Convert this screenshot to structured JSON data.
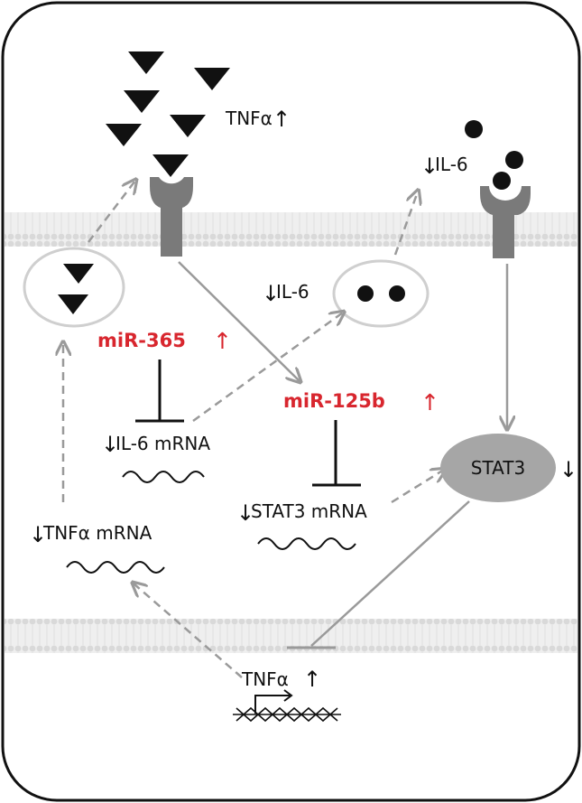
{
  "labels": {
    "tnfa_top": "TNFα",
    "il6_top": "IL-6",
    "il6_vesicle": "IL-6",
    "mir365": "miR-365",
    "mir125b": "miR-125b",
    "il6_mrna": "IL-6 mRNA",
    "stat3_mrna": "STAT3 mRNA",
    "tnfa_mrna": "TNFα mRNA",
    "stat3": "STAT3",
    "tnfa_gene": "TNFα"
  },
  "glyphs": {
    "up": "↑",
    "down": "↓"
  },
  "colors": {
    "mirna_text": "#d8262e",
    "receptor": "#7a7a7a",
    "stat3_fill": "#a6a6a6",
    "membrane": "#e6e6e6",
    "arrow": "#9a9a9a",
    "ligand": "#111111"
  }
}
